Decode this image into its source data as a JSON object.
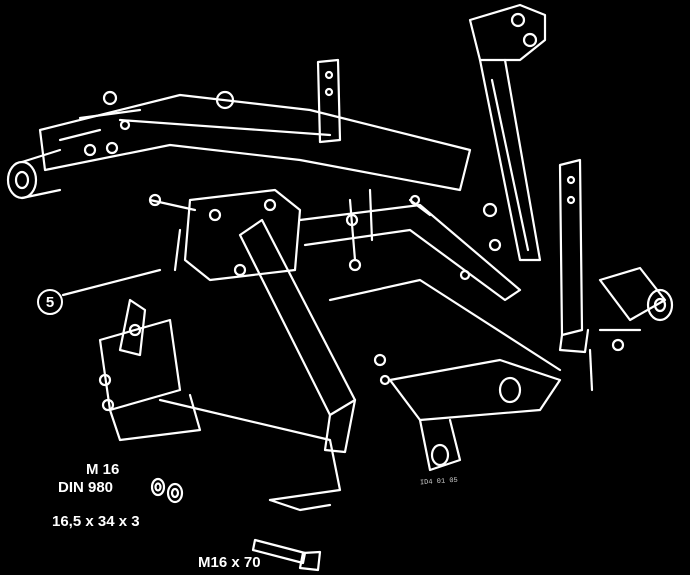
{
  "callout": {
    "number": "5"
  },
  "labels": {
    "nut_size": "M 16",
    "nut_standard": "DIN 980",
    "washer_size": "16,5 x 34 x 3",
    "bolt_size": "M16 x 70"
  },
  "drawing_code": "ID4 01 05",
  "colors": {
    "background": "#000000",
    "lines": "#ffffff"
  }
}
